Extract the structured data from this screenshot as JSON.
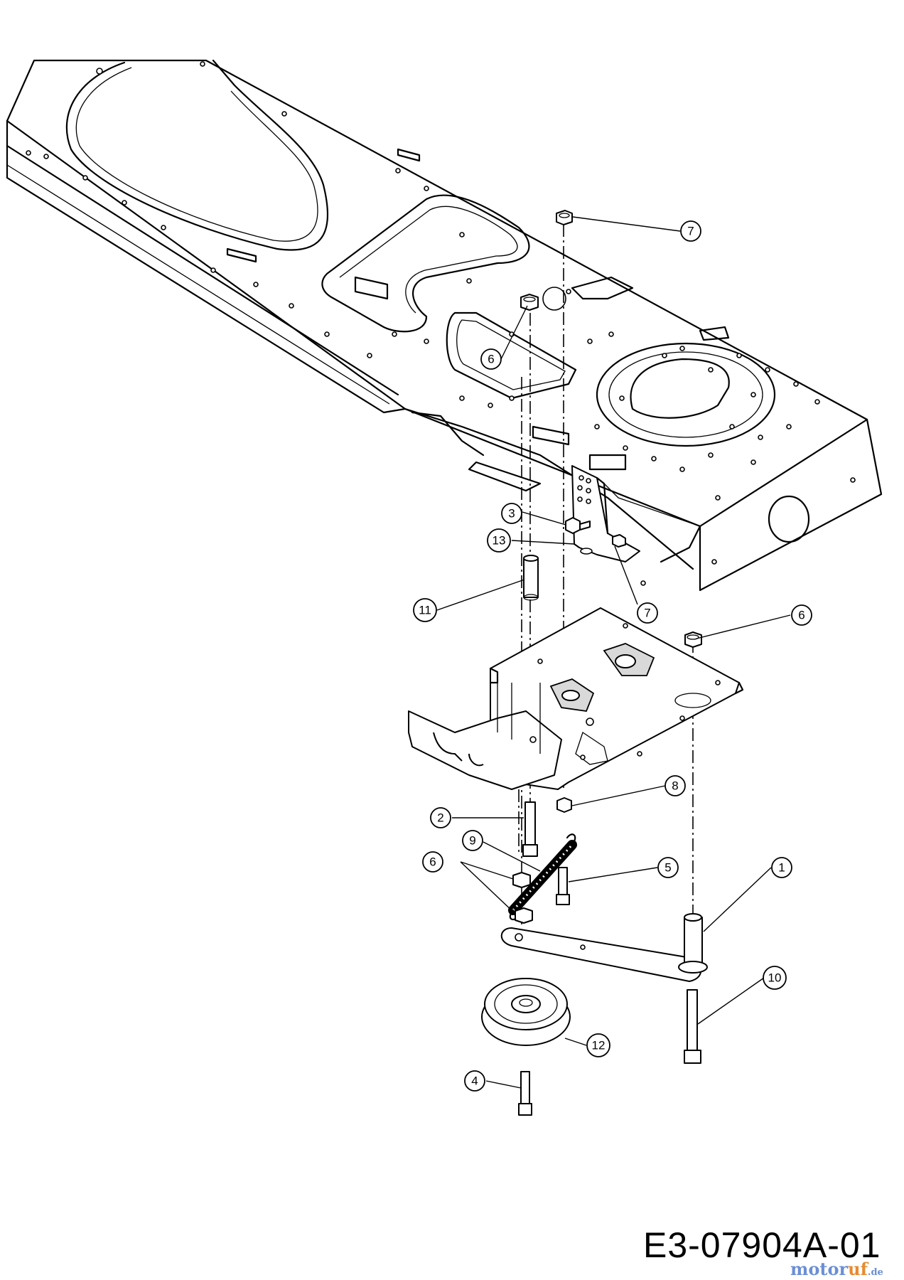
{
  "diagram": {
    "drawing_number": "E3-07904A-01",
    "watermark": {
      "part1": "motor",
      "part2": "uf",
      "suffix": ".de"
    },
    "callouts": [
      {
        "id": "7a",
        "label": "7"
      },
      {
        "id": "6a",
        "label": "6"
      },
      {
        "id": "3",
        "label": "3"
      },
      {
        "id": "13",
        "label": "13"
      },
      {
        "id": "11",
        "label": "11"
      },
      {
        "id": "7b",
        "label": "7"
      },
      {
        "id": "6b",
        "label": "6"
      },
      {
        "id": "8",
        "label": "8"
      },
      {
        "id": "2",
        "label": "2"
      },
      {
        "id": "9",
        "label": "9"
      },
      {
        "id": "6c",
        "label": "6"
      },
      {
        "id": "5",
        "label": "5"
      },
      {
        "id": "1",
        "label": "1"
      },
      {
        "id": "10",
        "label": "10"
      },
      {
        "id": "12",
        "label": "12"
      },
      {
        "id": "4",
        "label": "4"
      }
    ]
  }
}
